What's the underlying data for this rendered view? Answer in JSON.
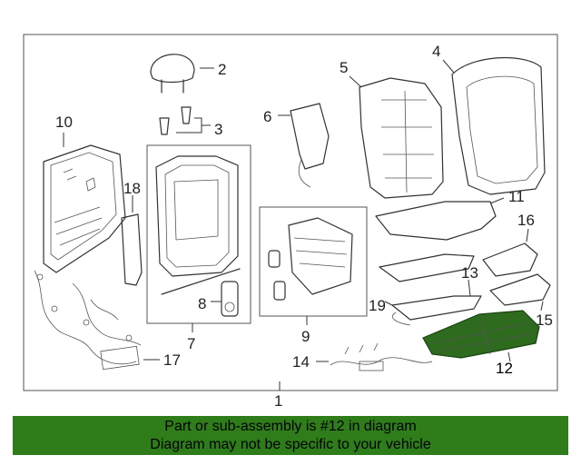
{
  "diagram": {
    "callouts": {
      "c1": "1",
      "c2": "2",
      "c3": "3",
      "c4": "4",
      "c5": "5",
      "c6": "6",
      "c7": "7",
      "c8": "8",
      "c9": "9",
      "c10": "10",
      "c11": "11",
      "c12": "12",
      "c13": "13",
      "c14": "14",
      "c15": "15",
      "c16": "16",
      "c17": "17",
      "c18": "18",
      "c19": "19"
    },
    "highlighted_part": "12",
    "highlight_color": "#2e6b1f"
  },
  "banner": {
    "line1": "Part or sub-assembly is #12 in diagram",
    "line2": "Diagram may not be specific to your vehicle",
    "background": "#2e7d1a"
  }
}
